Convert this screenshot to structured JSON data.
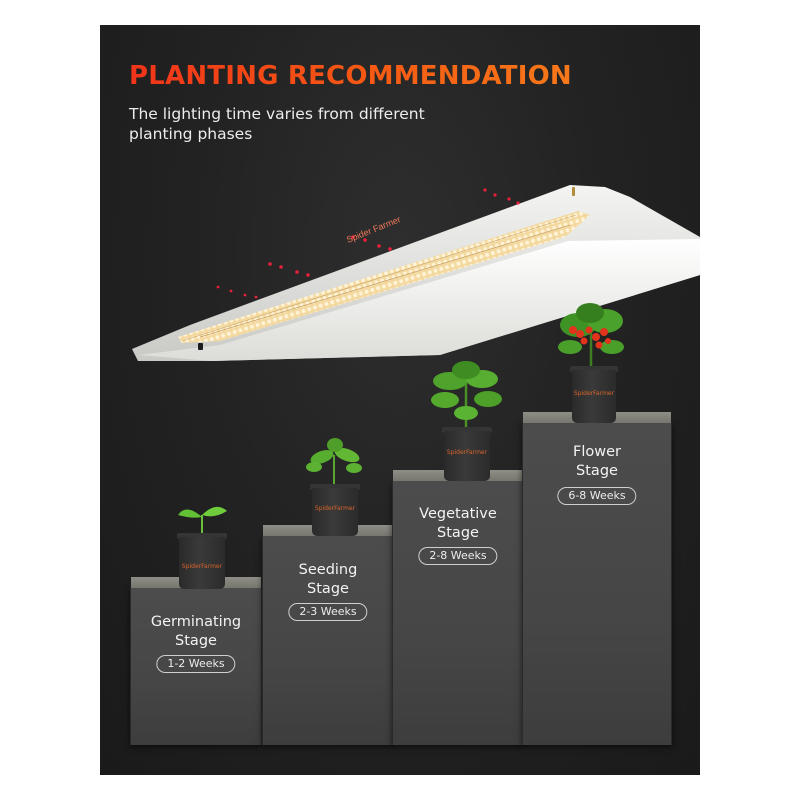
{
  "header": {
    "title": "PLANTING RECOMMENDATION",
    "subtitle": "The lighting time varies from different planting phases"
  },
  "fixture": {
    "brand_label": "Spider Farmer",
    "led_color": "#f6dfa8",
    "red_led_color": "#e8203a"
  },
  "stages": [
    {
      "name_line1": "Germinating",
      "name_line2": "Stage",
      "duration": "1-2 Weeks",
      "pot_label": "SpiderFarmer"
    },
    {
      "name_line1": "Seeding",
      "name_line2": "Stage",
      "duration": "2-3 Weeks",
      "pot_label": "SpiderFarmer"
    },
    {
      "name_line1": "Vegetative",
      "name_line2": "Stage",
      "duration": "2-8 Weeks",
      "pot_label": "SpiderFarmer"
    },
    {
      "name_line1": "Flower",
      "name_line2": "Stage",
      "duration": "6-8 Weeks",
      "pot_label": "SpiderFarmer"
    }
  ],
  "colors": {
    "title_start": "#f0341a",
    "title_end": "#f7791a",
    "background": "#232323",
    "block": "#484848",
    "block_top": "#85857d"
  }
}
